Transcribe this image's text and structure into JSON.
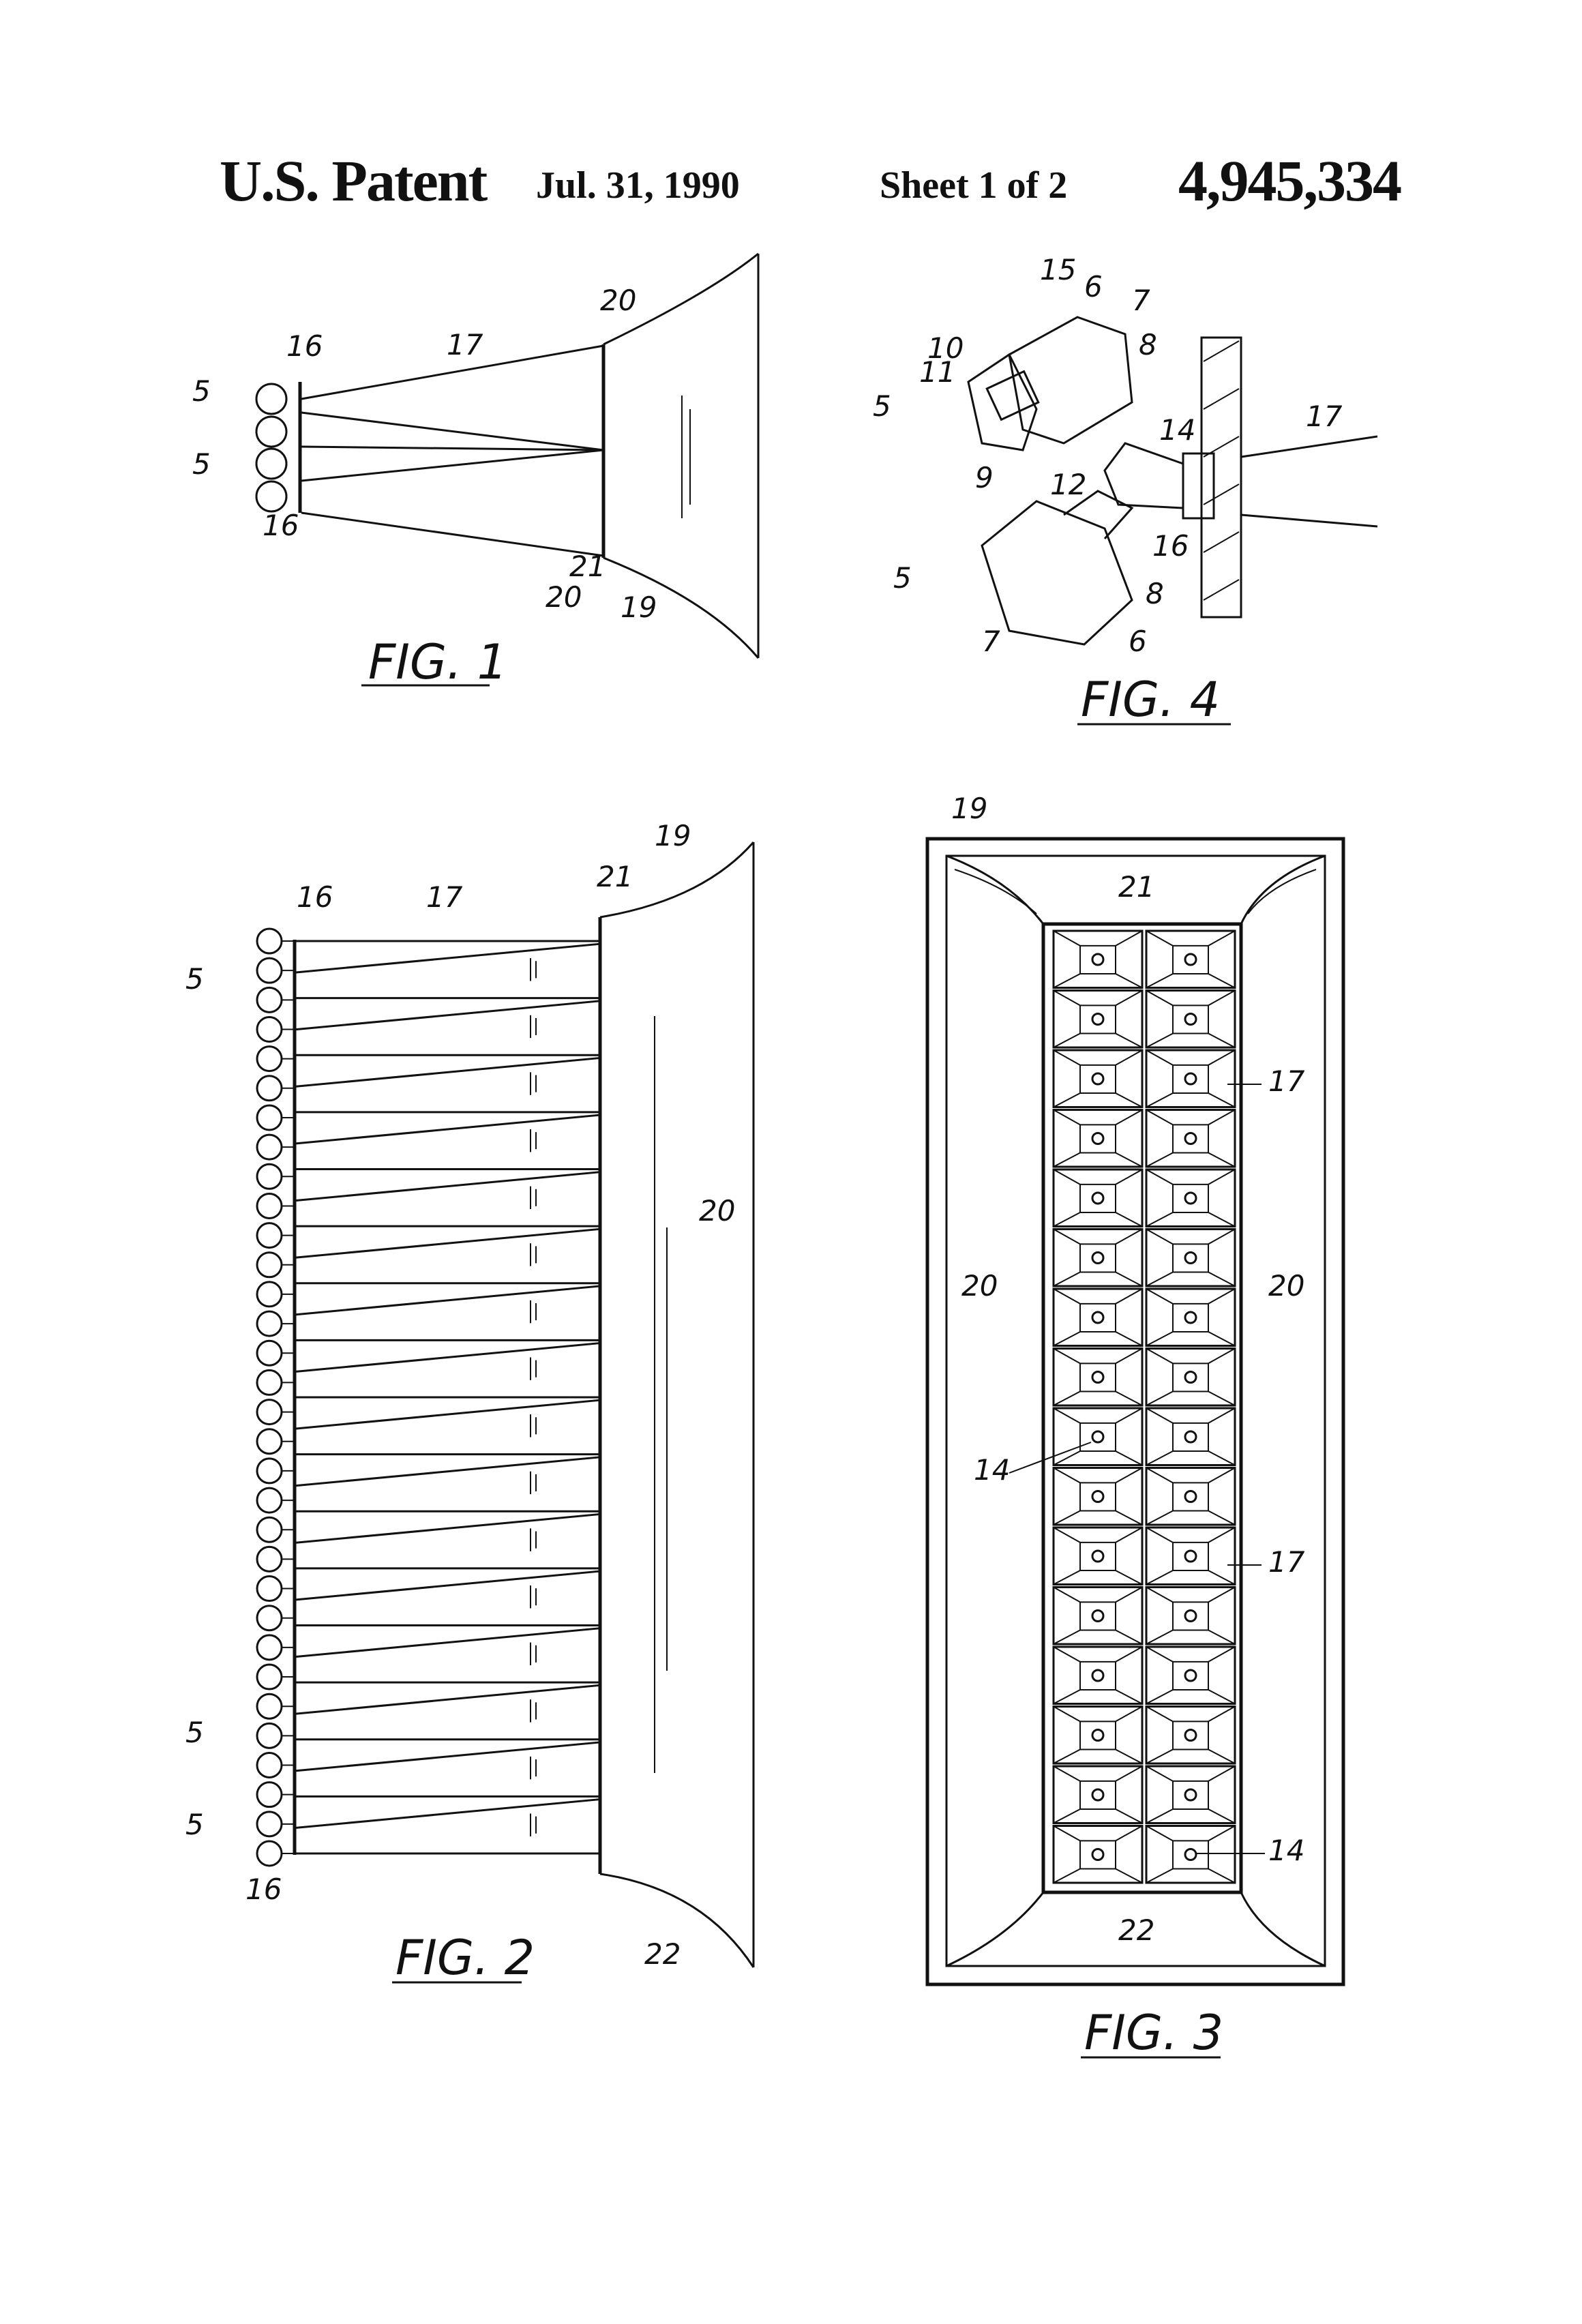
{
  "header": {
    "title": "U.S. Patent",
    "date": "Jul. 31, 1990",
    "sheet": "Sheet 1 of 2",
    "patent_number": "4,945,334"
  },
  "figures": {
    "fig1": {
      "caption": "FIG. 1",
      "labels": {
        "driver": "5",
        "driver_b": "5",
        "manifold_top": "16",
        "manifold_bottom": "16",
        "horn": "17",
        "flare_top": "20",
        "flare_bottom": "20",
        "throat": "21",
        "mouth": "19"
      }
    },
    "fig2": {
      "caption": "FIG. 2",
      "labels": {
        "driver_top": "5",
        "driver_b1": "5",
        "driver_b2": "5",
        "manifold_top": "16",
        "manifold_bottom": "16",
        "horn": "17",
        "mouth": "19",
        "throat": "21",
        "flare": "20",
        "flare_bottom": "22"
      }
    },
    "fig3": {
      "caption": "FIG. 3",
      "labels": {
        "mouth": "19",
        "top": "21",
        "bottom": "22",
        "left": "20",
        "right": "20",
        "horn_a": "17",
        "horn_b": "17",
        "port_a": "14",
        "port_b": "14"
      },
      "grid": {
        "rows": 16,
        "columns": 2
      }
    },
    "fig4": {
      "caption": "FIG. 4",
      "labels": {
        "driver_top": "5",
        "driver_bottom": "5",
        "r15": "15",
        "r6": "6",
        "r7": "7",
        "r8": "8",
        "r10": "10",
        "r11": "11",
        "r14": "14",
        "r9": "9",
        "r12": "12",
        "r16": "16",
        "r17": "17",
        "r8b": "8",
        "r7b": "7",
        "r6b": "6"
      }
    }
  }
}
